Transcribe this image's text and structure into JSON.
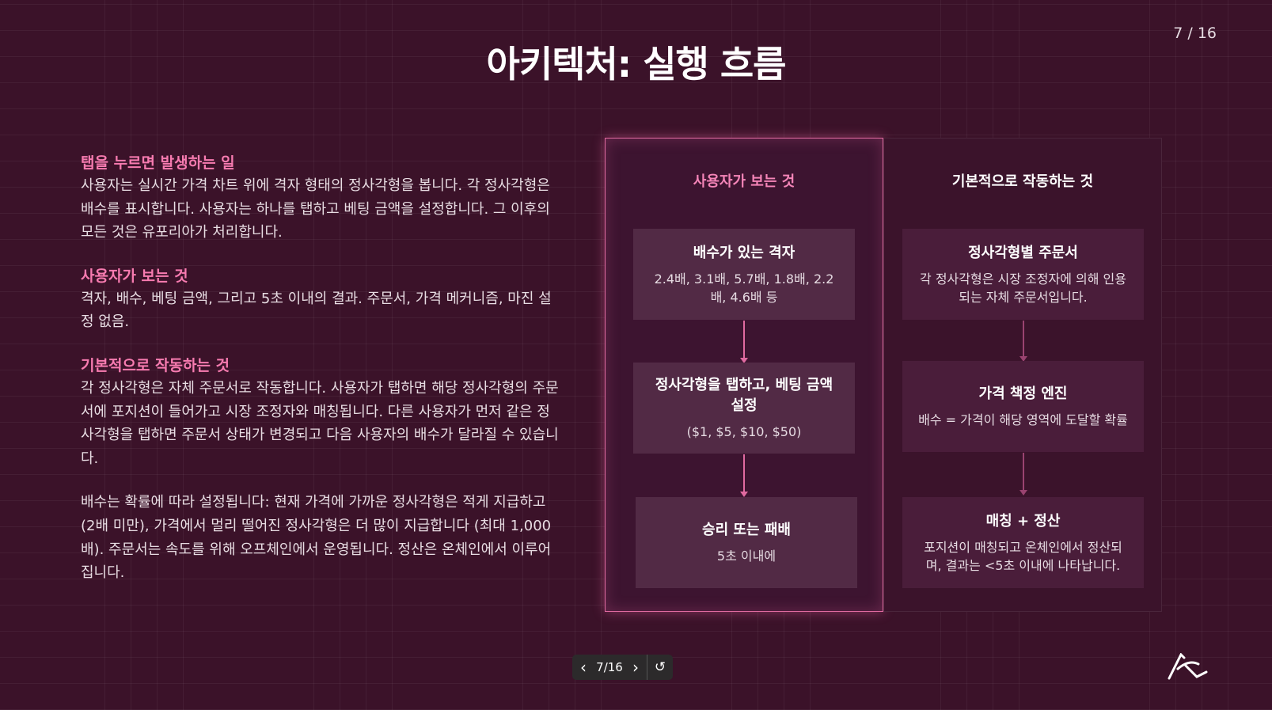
{
  "title": "아키텍처: 실행 흐름",
  "page_indicator": "7 / 16",
  "left": {
    "sections": [
      {
        "heading": "탭을 누르면 발생하는 일",
        "body": "사용자는 실시간 가격 차트 위에 격자 형태의 정사각형을 봅니다. 각 정사각형은 배수를 표시합니다. 사용자는 하나를 탭하고 베팅 금액을 설정합니다. 그 이후의 모든 것은 유포리아가 처리합니다."
      },
      {
        "heading": "사용자가 보는 것",
        "body": "격자, 배수, 베팅 금액, 그리고 5초 이내의 결과. 주문서, 가격 메커니즘, 마진 설정 없음."
      },
      {
        "heading": "기본적으로 작동하는 것",
        "body": "각 정사각형은 자체 주문서로 작동합니다. 사용자가 탭하면 해당 정사각형의 주문서에 포지션이 들어가고 시장 조정자와 매칭됩니다. 다른 사용자가 먼저 같은 정사각형을 탭하면 주문서 상태가 변경되고 다음 사용자의 배수가 달라질 수 있습니다."
      },
      {
        "heading": "",
        "body": "배수는 확률에 따라 설정됩니다: 현재 가격에 가까운 정사각형은 적게 지급하고 (2배 미만), 가격에서 멀리 떨어진 정사각형은 더 많이 지급합니다 (최대 1,000배). 주문서는 속도를 위해 오프체인에서 운영됩니다. 정산은 온체인에서 이루어집니다."
      }
    ]
  },
  "diagram": {
    "user_col": {
      "heading": "사용자가 보는 것",
      "boxes": [
        {
          "title": "배수가 있는 격자",
          "desc": "2.4배, 3.1배, 5.7배, 1.8배, 2.2배, 4.6배 등"
        },
        {
          "title": "정사각형을 탭하고, 베팅 금액 설정",
          "desc": "($1, $5, $10, $50)"
        },
        {
          "title": "승리 또는 패배",
          "desc": "5초 이내에"
        }
      ]
    },
    "system_col": {
      "heading": "기본적으로 작동하는 것",
      "boxes": [
        {
          "title": "정사각형별 주문서",
          "desc": "각 정사각형은 시장 조정자에 의해 인용되는 자체 주문서입니다."
        },
        {
          "title": "가격 책정 엔진",
          "desc": "배수 = 가격이 해당 영역에 도달할 확률"
        },
        {
          "title": "매칭 + 정산",
          "desc": "포지션이 매칭되고 온체인에서 정산되며, 결과는 <5초 이내에 나타납니다."
        }
      ]
    }
  },
  "nav": {
    "current": "7/16",
    "prev": "‹",
    "next": "›",
    "reset": "↺"
  },
  "colors": {
    "background": "#3b1229",
    "accent": "#f77bb0"
  }
}
